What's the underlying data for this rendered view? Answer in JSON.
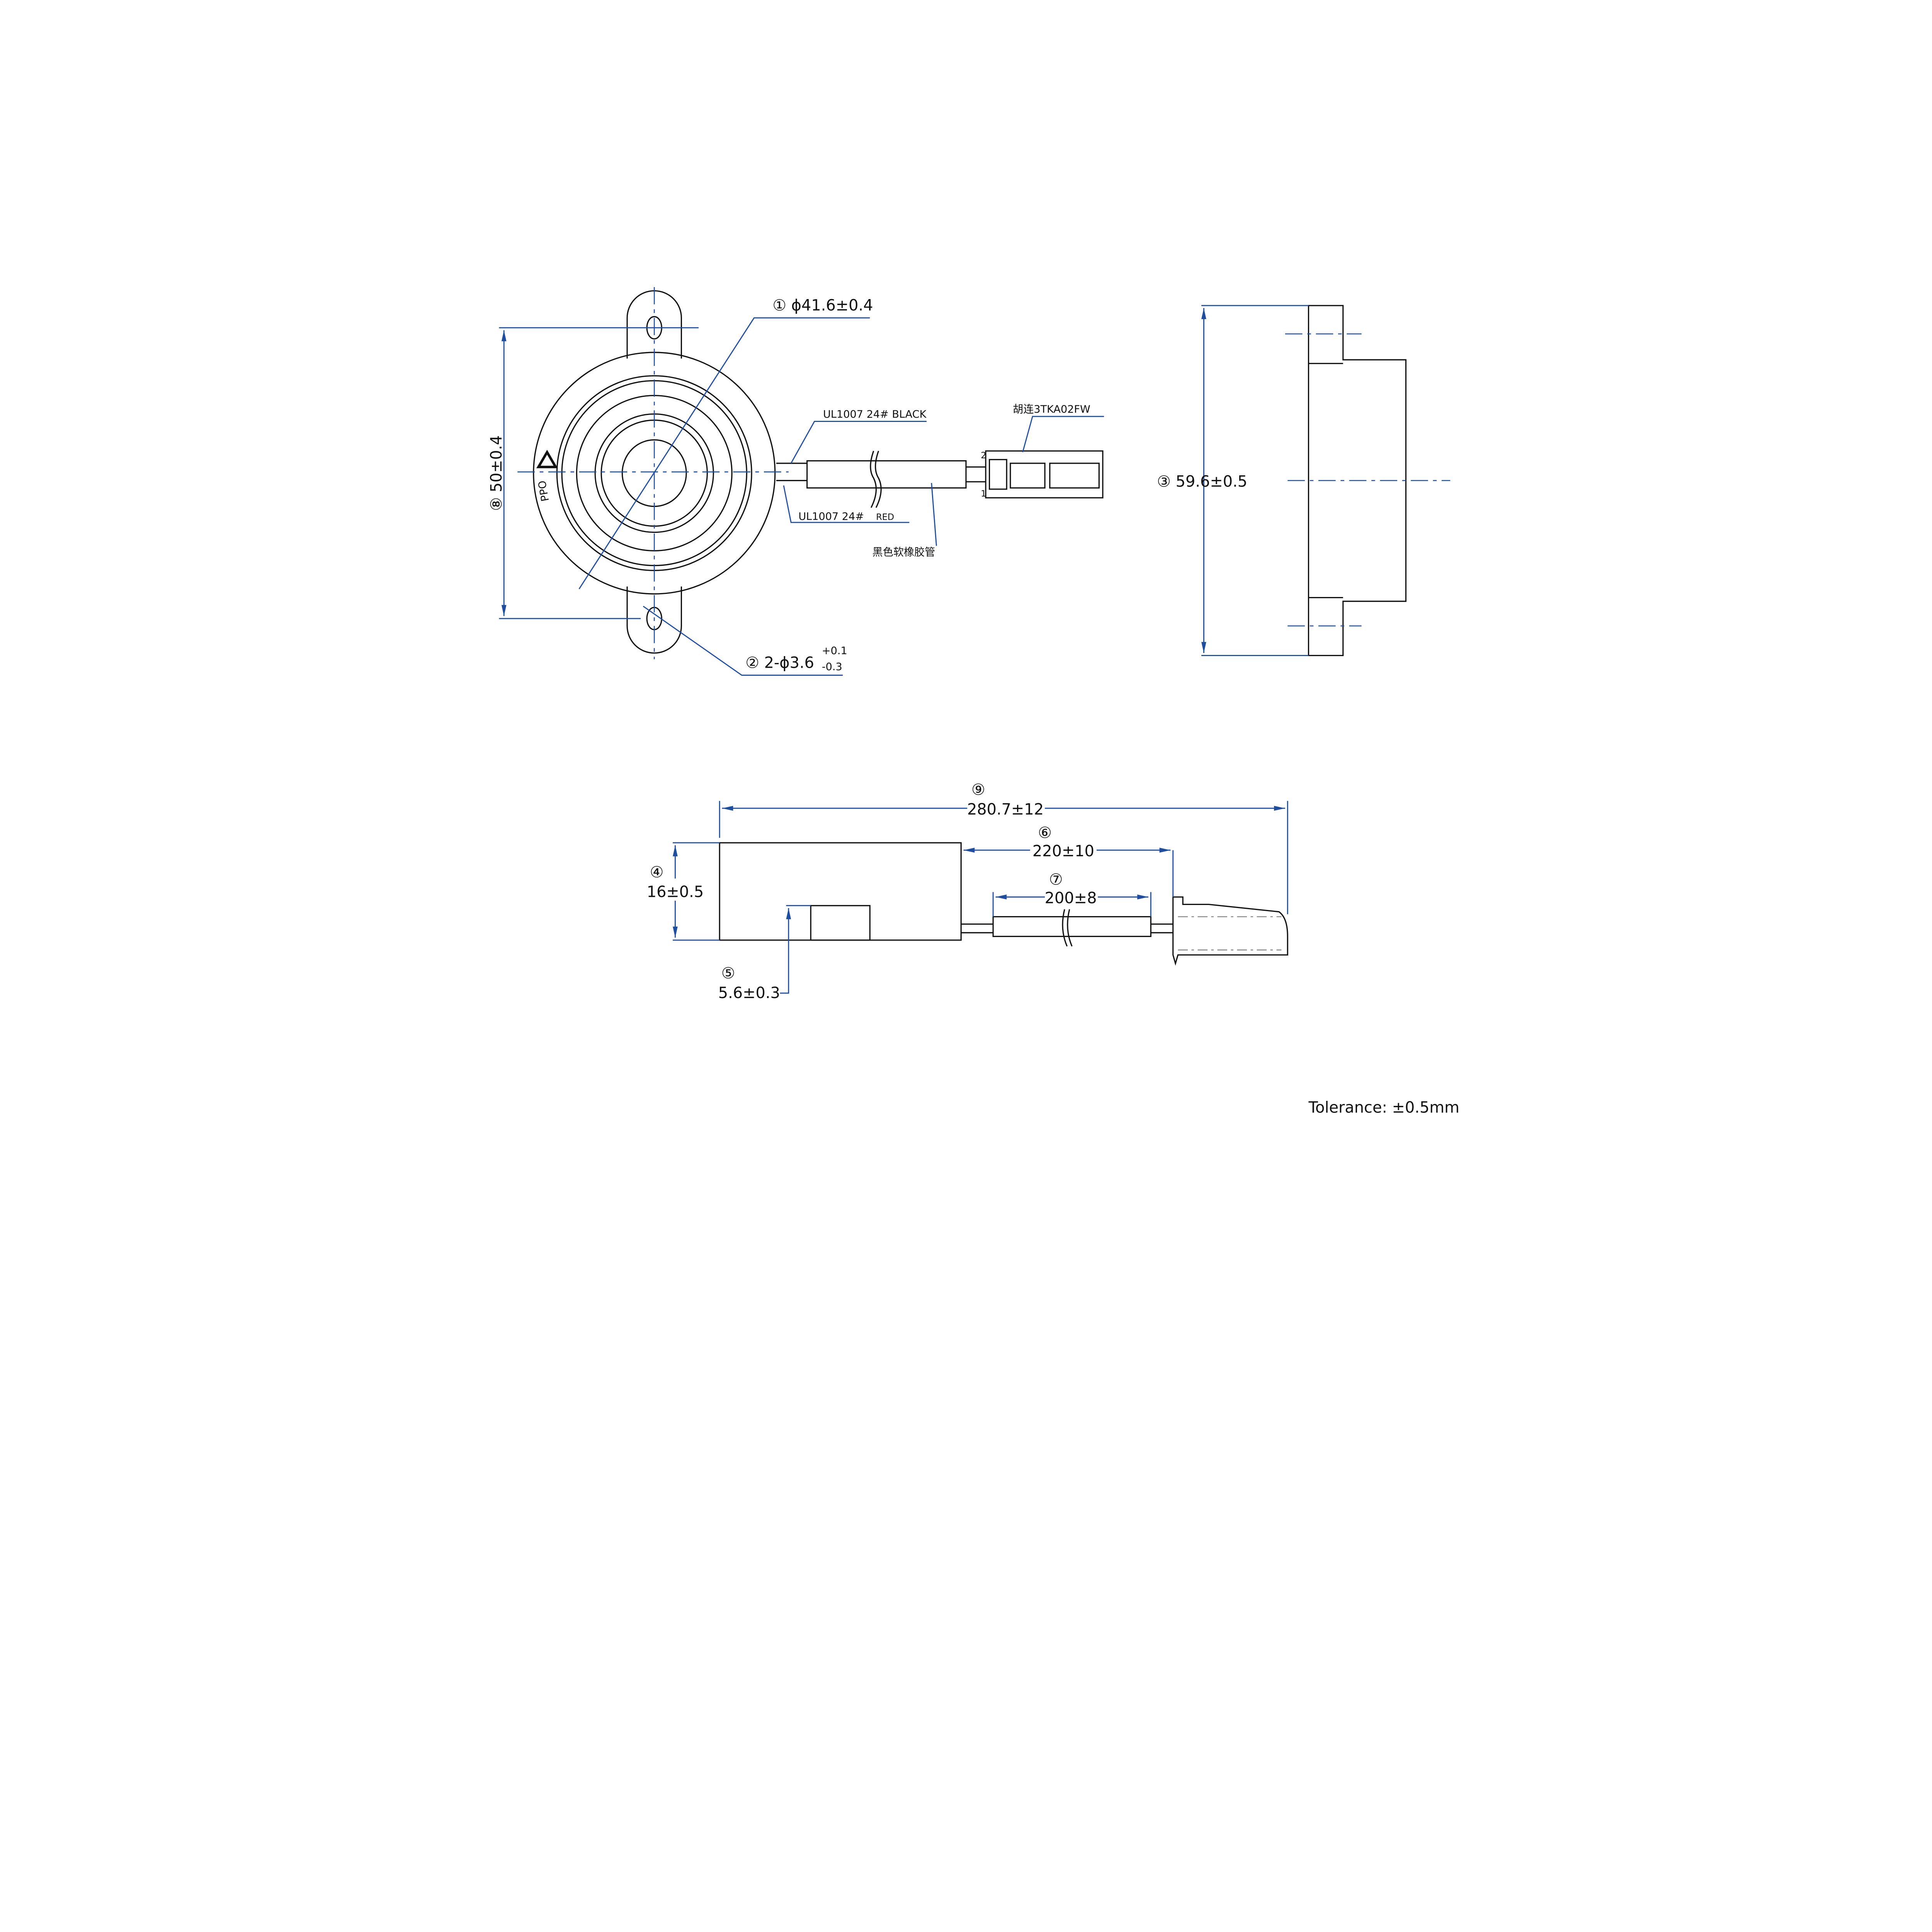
{
  "front_view": {
    "dim_outer_diameter": "① ϕ41.6±0.4",
    "dim_holes": "② 2-ϕ3.6",
    "dim_holes_tol_upper": "+0.1",
    "dim_holes_tol_lower": "-0.3",
    "dim_hole_spacing": "⑧ 50±0.4",
    "material_mark": "PPO",
    "recycle_icon": "recycle-triangle-icon",
    "wire_black_label": "UL1007 24# BLACK",
    "wire_red_label": "UL1007 24#",
    "wire_red_color": "RED",
    "sleeve_label": "黑色软橡胶管",
    "connector_label": "胡连3TKA02FW",
    "pin_2": "2",
    "pin_1": "1"
  },
  "side_view": {
    "dim_width": "③ 59.6±0.5"
  },
  "bottom_view": {
    "dim9_mark": "⑨",
    "dim9_value": "280.7±12",
    "dim6_mark": "⑥",
    "dim6_value": "220±10",
    "dim7_mark": "⑦",
    "dim7_value": "200±8",
    "dim4_mark": "④",
    "dim4_value": "16±0.5",
    "dim5_mark": "⑤",
    "dim5_value": "5.6±0.3"
  },
  "tolerance_note": "Tolerance: ±0.5mm",
  "colors": {
    "dimension": "#1f4ea0",
    "outline": "#111111"
  }
}
